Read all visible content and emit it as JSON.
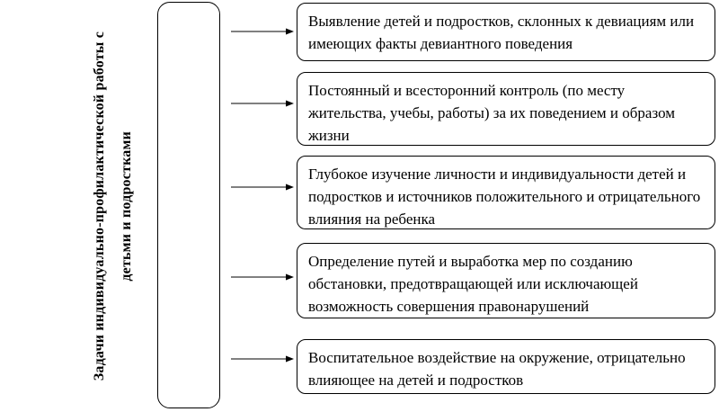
{
  "title_columns": [
    "Задачи индивидуально-профилактической работы с",
    "детьми и подростками"
  ],
  "boxes": [
    "Выявление детей и подростков, склонных к девиациям или имеющих факты девиантного поведения",
    "Постоянный и всесторонний контроль (по месту жительства, учебы, работы) за их поведением и образом жизни",
    "Глубокое изучение личности и индивидуальности детей и подростков и источников положительного и отрицательного влияния на ребенка",
    "Определение путей и выработка мер по созданию обстановки, предотвращающей или исключающей возможность совершения правонарушений",
    "Воспитательное воздействие на окружение, отрицательно влияющее на детей и подростков"
  ]
}
